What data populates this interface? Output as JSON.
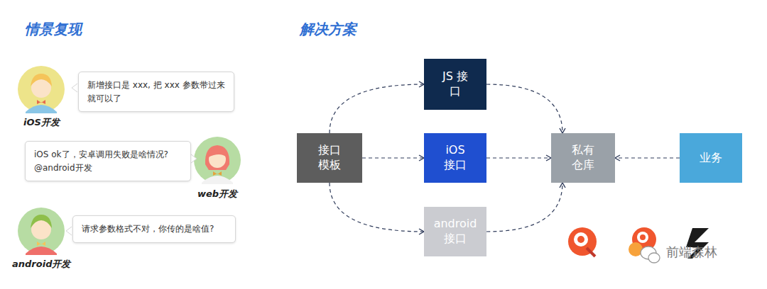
{
  "diagram": {
    "nodes": [
      {
        "text": [
          "新增接口是 xxx, 把 xxx 参数带过来就可以了"
        ]
      },
      {
        "text": [
          "iOS ok了，安卓调用失败是啥情况? @android开发"
        ]
      },
      {
        "text": [
          "请求参数格式不对，你传的是啥值?"
        ]
      },
      {
        "text": [
          "接口模板"
        ]
      },
      {
        "text": [
          "JS 接口"
        ]
      },
      {
        "text": [
          "iOS 接口"
        ]
      },
      {
        "text": [
          "android 接口"
        ]
      },
      {
        "text": [
          "私有仓库"
        ]
      },
      {
        "text": [
          "业务"
        ]
      }
    ],
    "edges": [
      {
        "from": 3,
        "to": 4,
        "arrow": "to"
      },
      {
        "from": 3,
        "to": 5,
        "arrow": "to"
      },
      {
        "from": 3,
        "to": 6,
        "arrow": "to"
      },
      {
        "from": 4,
        "to": 7,
        "arrow": "to"
      },
      {
        "from": 5,
        "to": 7,
        "arrow": "to"
      },
      {
        "from": 6,
        "to": 7,
        "arrow": "to"
      },
      {
        "from": 8,
        "to": 7,
        "arrow": "to"
      }
    ],
    "labels": [
      "情景复现",
      "iOS开发",
      "web开发",
      "android开发",
      "解决方案",
      "前端森林"
    ]
  }
}
